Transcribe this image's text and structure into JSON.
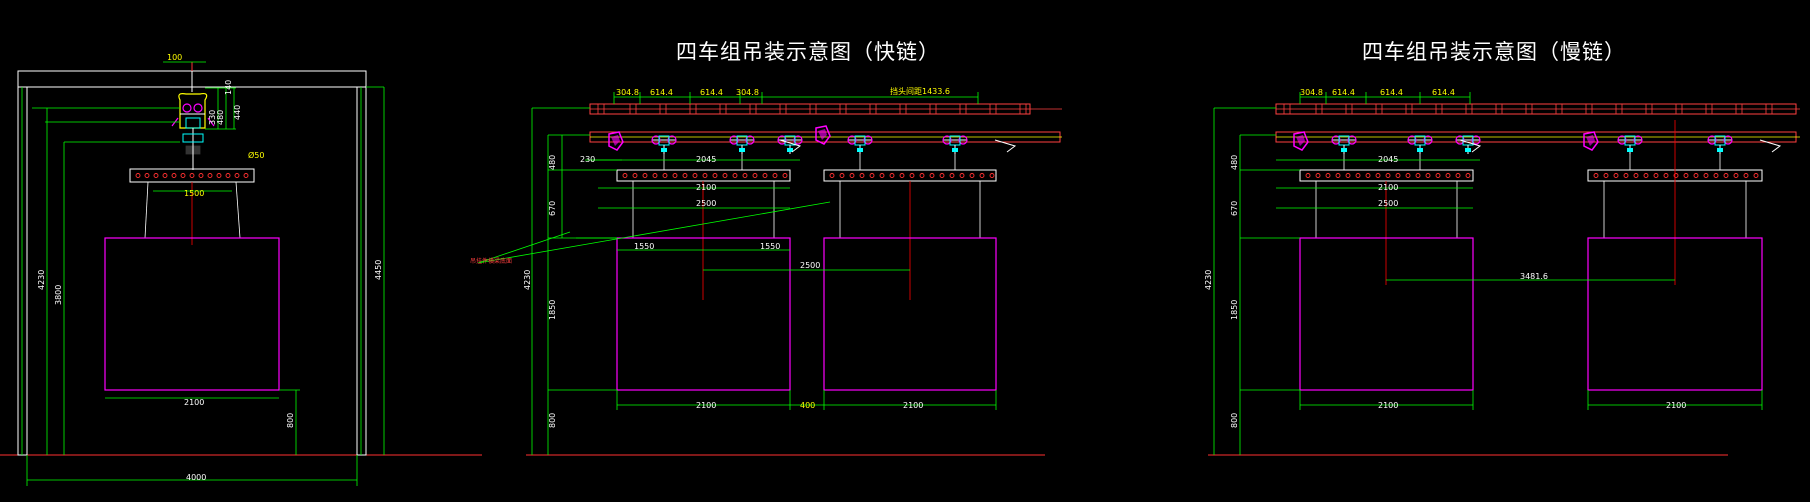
{
  "titles": {
    "fast": "四车组吊装示意图（快链）",
    "slow": "四车组吊装示意图（慢链）"
  },
  "colors": {
    "background": "#000000",
    "dimension": "#00ff00",
    "box": "#ff00ff",
    "track": "#ff4040",
    "axis": "#ff0000",
    "text": "#ffffff"
  },
  "left_view": {
    "dims": {
      "top_gap": "100",
      "hook_a": "140",
      "hook_b": "330",
      "hook_c": "480",
      "hook_d": "440",
      "pipe": "Ø50",
      "beam": "1500",
      "box_width": "2100",
      "bottom": "800",
      "total_width": "4000",
      "h1": "4230",
      "h2": "3800",
      "h3": "4450"
    }
  },
  "fast_view": {
    "dims": {
      "p1": "304.8",
      "p2": "614.4",
      "p3": "614.4",
      "p4": "304.8",
      "spacing_label": "挡头间距1433.6",
      "d230": "230",
      "d2045": "2045",
      "d2100a": "2100",
      "d2500a": "2500",
      "d1550a": "1550",
      "d1550b": "1550",
      "d2500b": "2500",
      "box1": "2100",
      "gap": "400",
      "box2": "2100",
      "v480": "480",
      "v670": "670",
      "v4230": "4230",
      "v1850": "1850",
      "v800": "800",
      "note": "吊挂件横梁底面"
    }
  },
  "slow_view": {
    "dims": {
      "p1": "304.8",
      "p2": "614.4",
      "p3": "614.4",
      "p4": "614.4",
      "d2045": "2045",
      "d2100": "2100",
      "d2500": "2500",
      "d3481": "3481.6",
      "box1": "2100",
      "box2": "2100",
      "v480": "480",
      "v670": "670",
      "v4230": "4230",
      "v1850": "1850",
      "v800": "800"
    }
  }
}
